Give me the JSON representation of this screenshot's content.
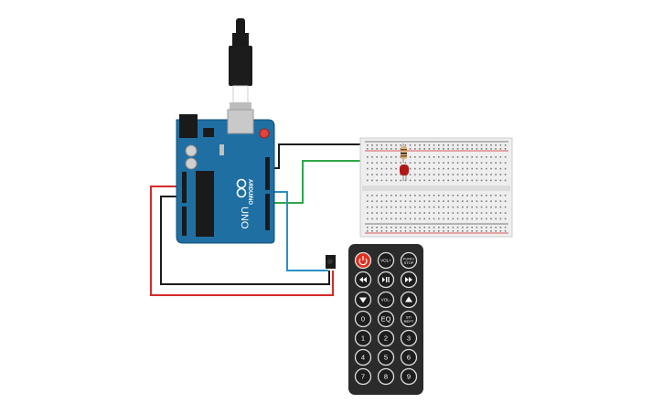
{
  "arduino": {
    "logo_text": "ARDUINO",
    "model": "UNO",
    "colors": {
      "board": "#1f6fa3",
      "header": "#1a1a1a",
      "usb": "#c9c9c9",
      "reset": "#e0443a"
    }
  },
  "ir_remote": {
    "colors": {
      "body": "#2b2b2b",
      "button": "#dcdcdc",
      "power": "#e03020"
    },
    "buttons": [
      {
        "name": "power",
        "label": ""
      },
      {
        "name": "vol-plus",
        "label": "VOL+"
      },
      {
        "name": "func-stop",
        "label": "FUNC/ STOP"
      },
      {
        "name": "rewind",
        "label": ""
      },
      {
        "name": "play-pause",
        "label": ""
      },
      {
        "name": "fast-forward",
        "label": ""
      },
      {
        "name": "down",
        "label": ""
      },
      {
        "name": "vol-minus",
        "label": "VOL-"
      },
      {
        "name": "up",
        "label": ""
      },
      {
        "name": "0",
        "label": "0"
      },
      {
        "name": "eq",
        "label": "EQ"
      },
      {
        "name": "st-rept",
        "label": "ST/ REPT"
      },
      {
        "name": "1",
        "label": "1"
      },
      {
        "name": "2",
        "label": "2"
      },
      {
        "name": "3",
        "label": "3"
      },
      {
        "name": "4",
        "label": "4"
      },
      {
        "name": "5",
        "label": "5"
      },
      {
        "name": "6",
        "label": "6"
      },
      {
        "name": "7",
        "label": "7"
      },
      {
        "name": "8",
        "label": "8"
      },
      {
        "name": "9",
        "label": "9"
      }
    ]
  },
  "wires": {
    "colors": {
      "black": "#1a1a1a",
      "green": "#2ea84a",
      "blue": "#2a8fc4",
      "red": "#d42a2a"
    }
  },
  "breadboard": {
    "colors": {
      "body": "#eeeeee",
      "rail_red": "#d42a2a",
      "rail_dark": "#555555"
    }
  },
  "led": {
    "color": "#b01818"
  },
  "resistor": {
    "color": "#d8b488"
  }
}
